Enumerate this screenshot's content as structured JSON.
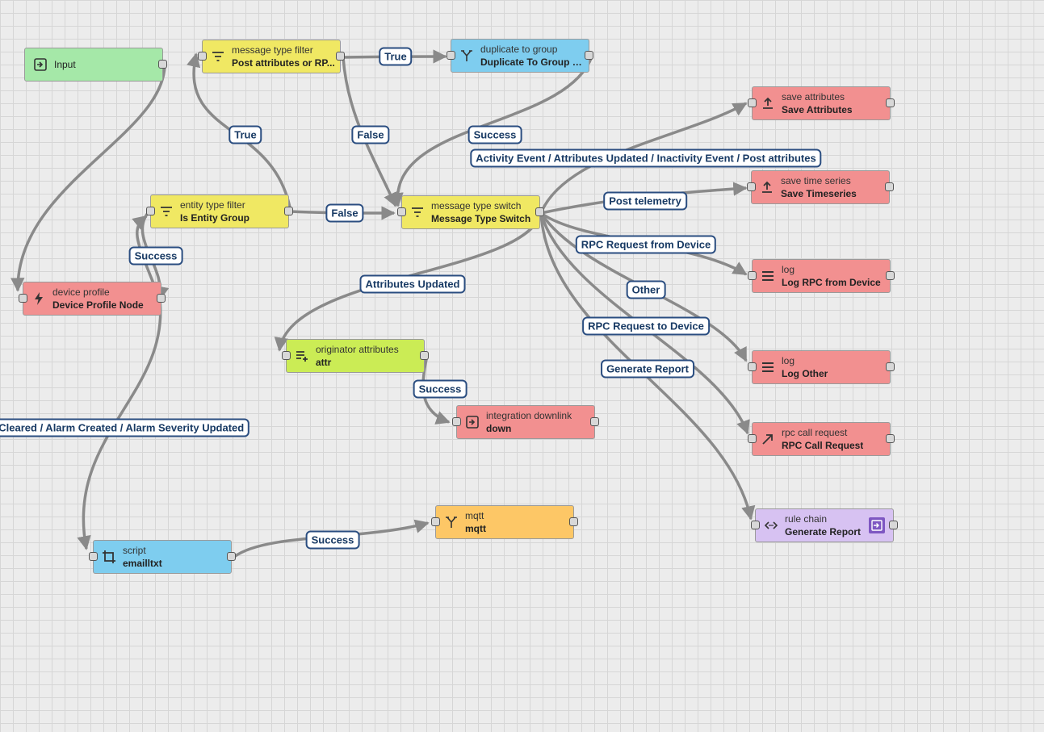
{
  "nodes": {
    "input": {
      "label": "Input",
      "color": "#a5e8a8"
    },
    "msg_type_filter": {
      "type": "message type filter",
      "name": "Post attributes or RP...",
      "color": "#f0e863"
    },
    "dup_group": {
      "type": "duplicate to group",
      "name": "Duplicate To Group En...",
      "color": "#7ecdef"
    },
    "save_attrs": {
      "type": "save attributes",
      "name": "Save Attributes",
      "color": "#f29090"
    },
    "entity_filter": {
      "type": "entity type filter",
      "name": "Is Entity Group",
      "color": "#f0e863"
    },
    "msg_switch": {
      "type": "message type switch",
      "name": "Message Type Switch",
      "color": "#f0e863"
    },
    "save_ts": {
      "type": "save time series",
      "name": "Save Timeseries",
      "color": "#f29090"
    },
    "device_profile": {
      "type": "device profile",
      "name": "Device Profile Node",
      "color": "#f29090"
    },
    "log_rpc": {
      "type": "log",
      "name": "Log RPC from Device",
      "color": "#f29090"
    },
    "orig_attrs": {
      "type": "originator attributes",
      "name": "attr",
      "color": "#cbec55"
    },
    "log_other": {
      "type": "log",
      "name": "Log Other",
      "color": "#f29090"
    },
    "integration": {
      "type": "integration downlink",
      "name": "down",
      "color": "#f29090"
    },
    "rpc_call": {
      "type": "rpc call request",
      "name": "RPC Call Request",
      "color": "#f29090"
    },
    "mqtt": {
      "type": "mqtt",
      "name": "mqtt",
      "color": "#fdc766"
    },
    "rule_chain": {
      "type": "rule chain",
      "name": "Generate Report",
      "color": "#d7c2f2"
    },
    "script": {
      "type": "script",
      "name": "emailltxt",
      "color": "#7ecdef"
    }
  },
  "links": {
    "true_top": "True",
    "true_left": "True",
    "false_top": "False",
    "false_mid": "False",
    "success_dup": "Success",
    "activity": "Activity Event / Attributes Updated / Inactivity Event / Post attributes",
    "post_telemetry": "Post telemetry",
    "success_entity": "Success",
    "rpc_from_device": "RPC Request from Device",
    "attrs_updated": "Attributes Updated",
    "other": "Other",
    "rpc_to_device": "RPC Request to Device",
    "generate_report": "Generate Report",
    "success_attr": "Success",
    "alarm": "Alarm Cleared / Alarm Created / Alarm Severity Updated",
    "success_script": "Success"
  },
  "colors": {
    "link": "#8a8a8a",
    "label_border": "#2a4d80",
    "label_text": "#183a64"
  }
}
